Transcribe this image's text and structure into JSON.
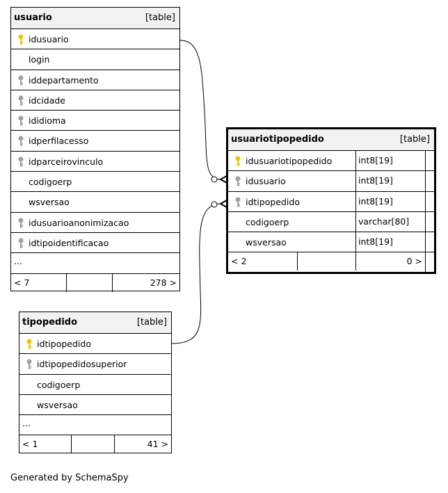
{
  "tables": {
    "usuario": {
      "name": "usuario",
      "type": "[table]",
      "columns": [
        {
          "name": "idusuario",
          "key": "primary"
        },
        {
          "name": "login",
          "key": "none"
        },
        {
          "name": "iddepartamento",
          "key": "foreign"
        },
        {
          "name": "idcidade",
          "key": "foreign"
        },
        {
          "name": "ididioma",
          "key": "foreign"
        },
        {
          "name": "idperfilacesso",
          "key": "foreign"
        },
        {
          "name": "idparceirovinculo",
          "key": "foreign"
        },
        {
          "name": "codigoerp",
          "key": "none"
        },
        {
          "name": "wsversao",
          "key": "none"
        },
        {
          "name": "idusuarioanonimizacao",
          "key": "foreign"
        },
        {
          "name": "idtipoidentificacao",
          "key": "foreign"
        }
      ],
      "more": "...",
      "footer": {
        "parents": "< 7",
        "children": "278 >"
      }
    },
    "usuariotipopedido": {
      "name": "usuariotipopedido",
      "type": "[table]",
      "columns": [
        {
          "name": "idusuariotipopedido",
          "type": "int8[19]",
          "key": "primary"
        },
        {
          "name": "idusuario",
          "type": "int8[19]",
          "key": "foreign"
        },
        {
          "name": "idtipopedido",
          "type": "int8[19]",
          "key": "foreign"
        },
        {
          "name": "codigoerp",
          "type": "varchar[80]",
          "key": "none"
        },
        {
          "name": "wsversao",
          "type": "int8[19]",
          "key": "none"
        }
      ],
      "footer": {
        "parents": "< 2",
        "children": "0 >"
      }
    },
    "tipopedido": {
      "name": "tipopedido",
      "type": "[table]",
      "columns": [
        {
          "name": "idtipopedido",
          "key": "primary"
        },
        {
          "name": "idtipopedidosuperior",
          "key": "foreign"
        },
        {
          "name": "codigoerp",
          "key": "none"
        },
        {
          "name": "wsversao",
          "key": "none"
        }
      ],
      "more": "...",
      "footer": {
        "parents": "< 1",
        "children": "41 >"
      }
    }
  },
  "colors": {
    "primary_key": "#e6c800",
    "foreign_key": "#a0a0a0",
    "header_bg": "#f2f2f2"
  },
  "footer_text": "Generated by SchemaSpy"
}
